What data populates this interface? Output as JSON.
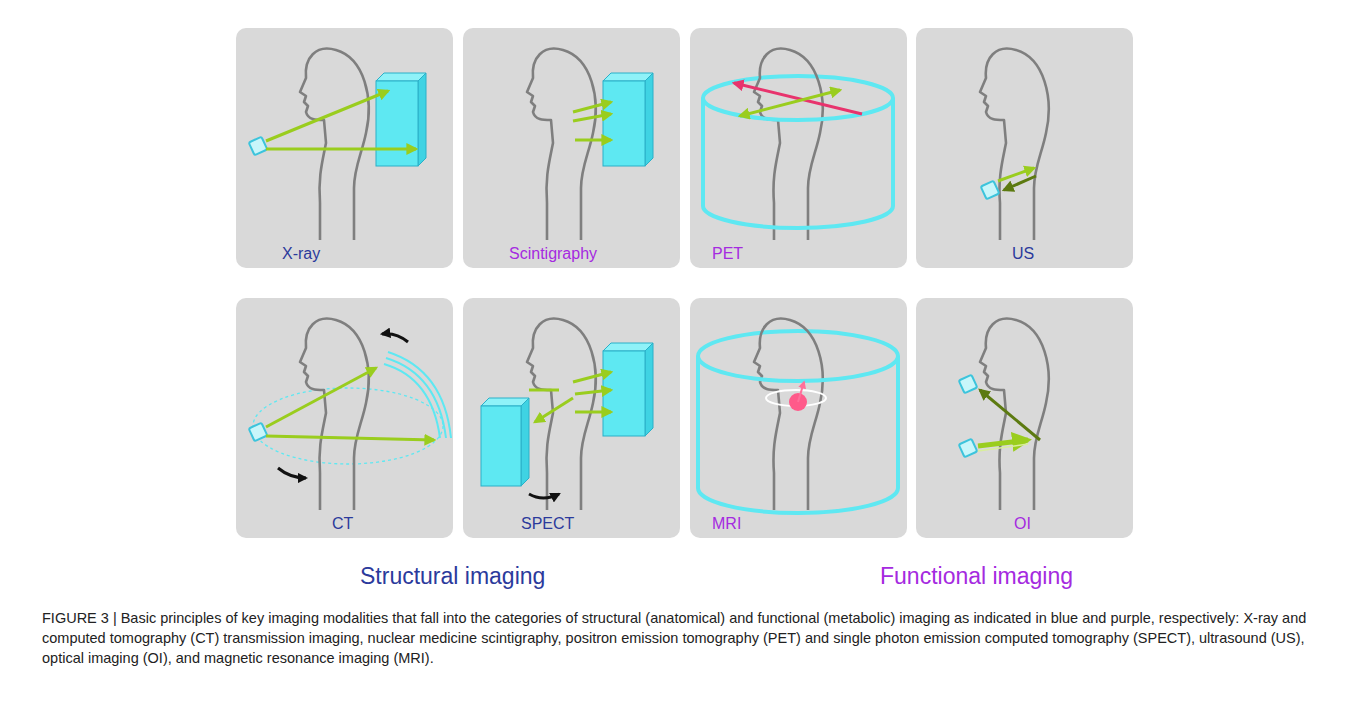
{
  "diagram": {
    "caption": "FIGURE 3 | Basic principles of key imaging modalities that fall into the categories of structural (anatomical) and functional (metabolic) imaging as indicated in blue and purple, respectively: X-ray and computed tomography (CT) transmission imaging, nuclear medicine scintigraphy, positron emission tomography (PET) and single photon emission computed tomography (SPECT), ultrasound (US), optical imaging (OI), and magnetic resonance imaging (MRI).",
    "nodes": [
      {
        "text": [
          "X-ray"
        ]
      },
      {
        "text": [
          "Scintigraphy"
        ]
      },
      {
        "text": [
          "PET"
        ]
      },
      {
        "text": [
          "US"
        ]
      },
      {
        "text": [
          "CT"
        ]
      },
      {
        "text": [
          "SPECT"
        ]
      },
      {
        "text": [
          "MRI"
        ]
      },
      {
        "text": [
          "OI"
        ]
      }
    ],
    "labels": [
      "Structural imaging",
      "Functional imaging"
    ]
  }
}
